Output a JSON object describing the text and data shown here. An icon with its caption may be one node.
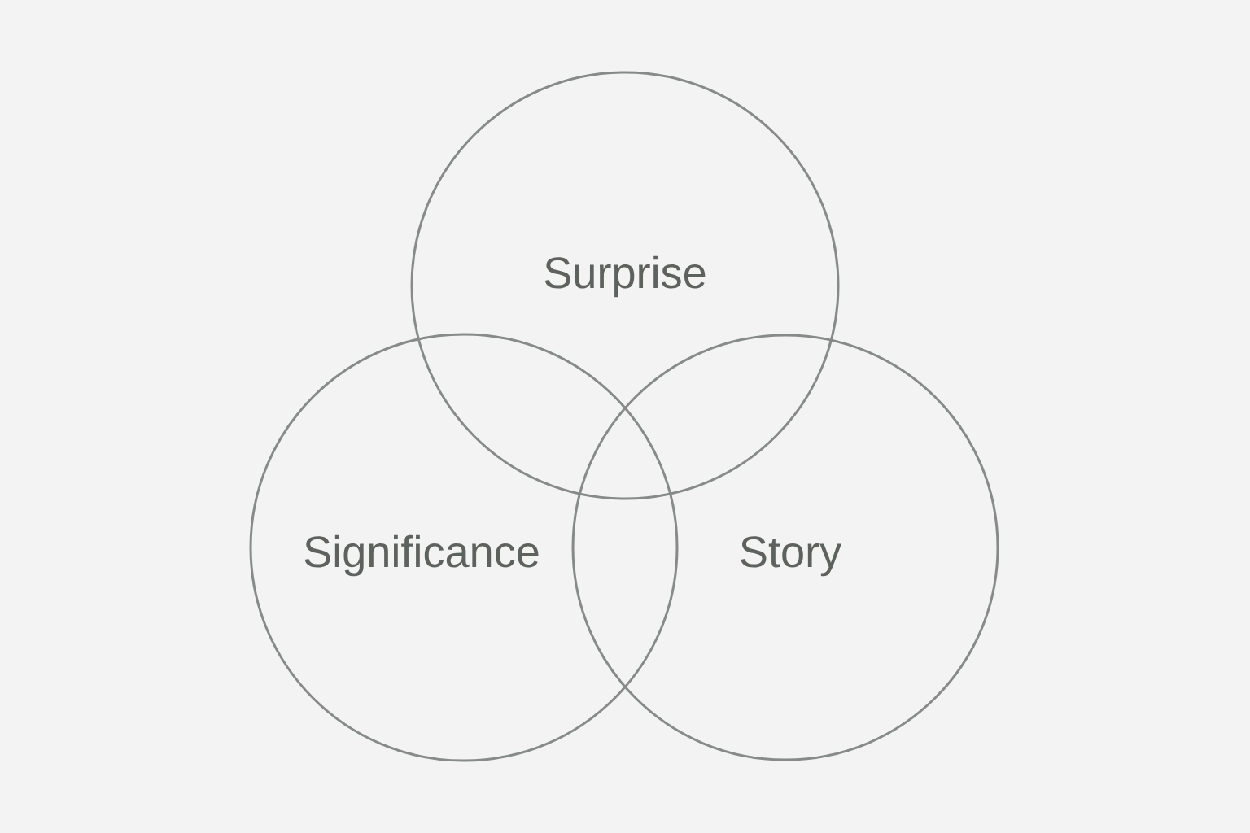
{
  "diagram": {
    "nodes": [
      {
        "text": [
          "Surprise"
        ]
      },
      {
        "text": [
          "Significance"
        ]
      },
      {
        "text": [
          "Story"
        ]
      }
    ]
  }
}
